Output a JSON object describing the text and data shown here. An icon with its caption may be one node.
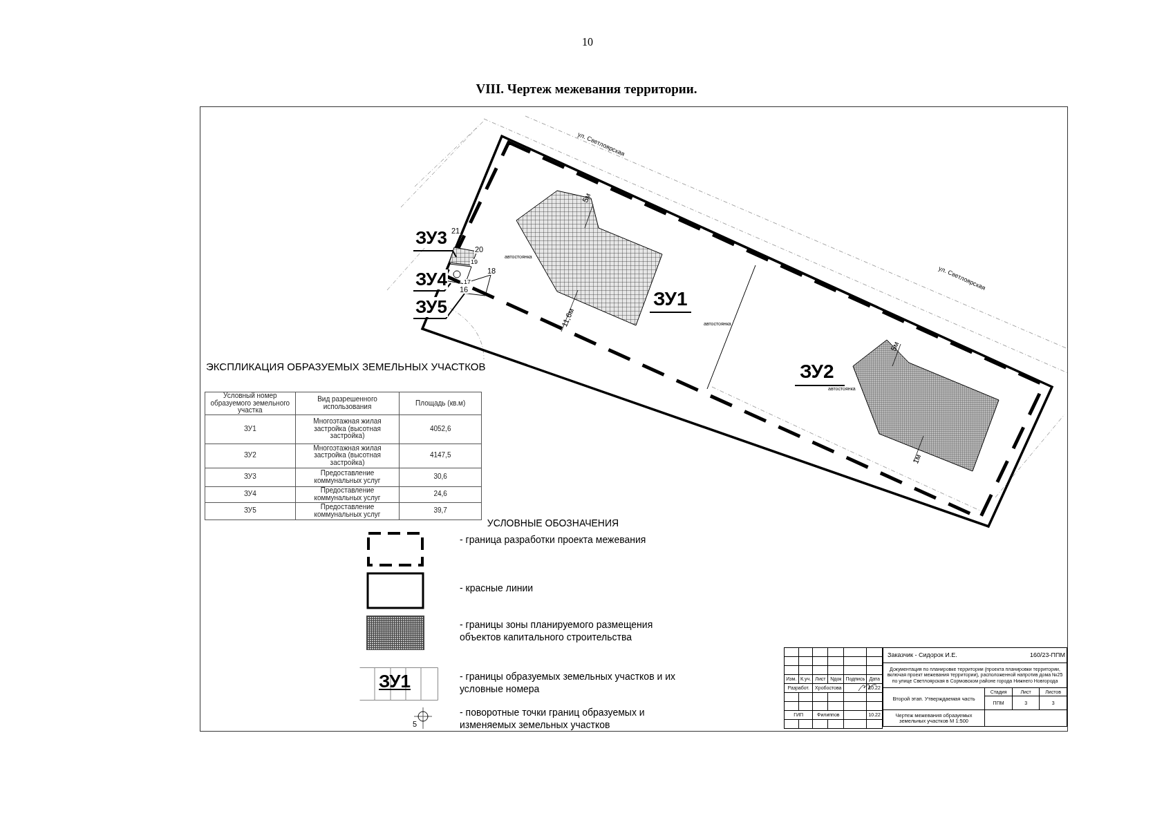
{
  "diagram": {
    "title": "VIII. Чертеж межевания территории.",
    "labels": [
      "10",
      "ЭКСПЛИКАЦИЯ ОБРАЗУЕМЫХ ЗЕМЕЛЬНЫХ УЧАСТКОВ",
      "Условный номер образуемого земельного участка",
      "Вид разрешенного использования",
      "Площадь (кв.м)",
      "ЗУ1",
      "Многоэтажная жилая застройка (высотная застройка)",
      "4052,6",
      "ЗУ2",
      "Многоэтажная жилая застройка (высотная застройка)",
      "4147,5",
      "ЗУ3",
      "Предоставление коммунальных услуг",
      "30,6",
      "ЗУ4",
      "Предоставление коммунальных услуг",
      "24,6",
      "ЗУ5",
      "Предоставление коммунальных услуг",
      "39,7",
      "УСЛОВНЫЕ ОБОЗНАЧЕНИЯ",
      "ЗУ1",
      "5",
      "ЗУ1",
      "ЗУ2",
      "ЗУ3",
      "ЗУ4",
      "ЗУ5",
      "21",
      "20",
      "19",
      "18",
      "17",
      "16",
      "ул. Светлоярская",
      "ул. Светлоярская",
      "5м",
      "5м",
      "11,6м",
      "1м",
      "автостоянка",
      "автостоянка",
      "автостоянка",
      "Изм.",
      "К.уч.",
      "Лист",
      "Nдок",
      "Подпись",
      "Дата",
      "Разработ.",
      "Хробостова",
      "10.22",
      "ГИП",
      "Филиппов",
      "10.22",
      "Заказчик - Сидорок И.Е.",
      "160/23-ППМ",
      "Документация по планировке территории (проекта планировки территории, включая проект межевания территории), расположенной напротив дома №25 по улице Светлоярская в Сормовском районе города Нижнего Новгорода",
      "Второй этап. Утверждаемая часть",
      "Стадия",
      "Лист",
      "Листов",
      "ППМ",
      "3",
      "3",
      "Чертеж межевания образуемых земельных участков М 1:500"
    ],
    "legend": [
      {
        "text": "- граница разработки проекта межевания"
      },
      {
        "text": "- красные линии"
      },
      {
        "text": "- границы зоны планируемого размещения объектов капитального строительства",
        "color": "#bbbbbb"
      },
      {
        "text": "- границы образуемых земельных участков и их условные номера"
      },
      {
        "text": "- поворотные точки границ образуемых и изменяемых земельных участков"
      }
    ]
  }
}
